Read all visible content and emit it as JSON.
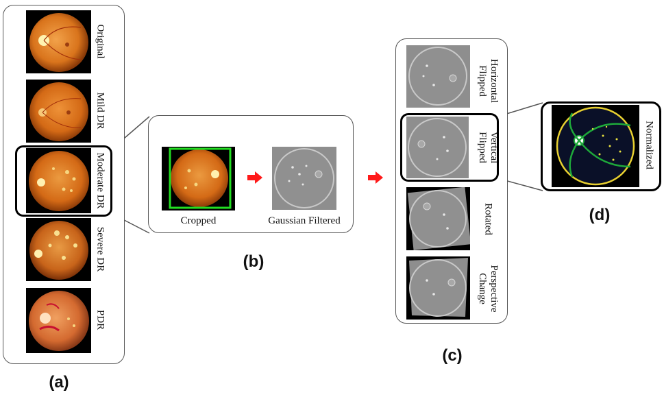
{
  "panel_a": {
    "caption": "(a)",
    "items": [
      {
        "label": "Original"
      },
      {
        "label": "Mild DR"
      },
      {
        "label": "Moderate DR"
      },
      {
        "label": "Severe DR"
      },
      {
        "label": "PDR"
      }
    ]
  },
  "panel_b": {
    "caption": "(b)",
    "items": [
      {
        "label": "Cropped"
      },
      {
        "label": "Gaussian Filtered"
      }
    ]
  },
  "panel_c": {
    "caption": "(c)",
    "items": [
      {
        "label_line1": "Horizontal",
        "label_line2": "Flipped"
      },
      {
        "label_line1": "Vertical",
        "label_line2": "Flipped"
      },
      {
        "label_line1": "Rotated",
        "label_line2": ""
      },
      {
        "label_line1": "Perspective",
        "label_line2": "Change"
      }
    ]
  },
  "panel_d": {
    "caption": "(d)",
    "label": "Normalized"
  },
  "colors": {
    "fundus_orange": "#d9741c",
    "fundus_dark": "#7a2e08",
    "filtered_gray": "#8e8e8e",
    "crop_box": "#22dd22",
    "arrow_red": "#ff1a1a",
    "normalized_green": "#1ea83a"
  }
}
